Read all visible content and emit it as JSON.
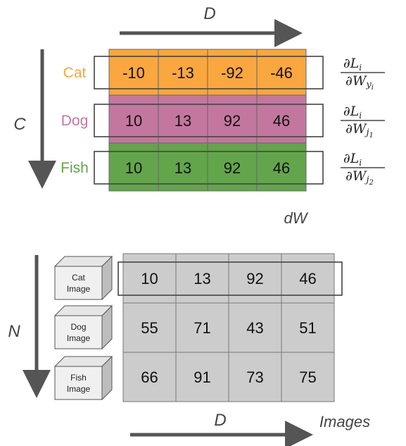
{
  "top": {
    "axis_d": "D",
    "axis_c": "C",
    "caption": "dW",
    "rows": [
      {
        "label": "Cat",
        "values": [
          "-10",
          "-13",
          "-92",
          "-46"
        ],
        "fill": "#F9A73E",
        "label_color": "#F9A73E",
        "deriv": {
          "num": "∂L",
          "num_sub": "i",
          "den": "∂W",
          "den_sub": "y",
          "den_subsub": "i"
        }
      },
      {
        "label": "Dog",
        "values": [
          "10",
          "13",
          "92",
          "46"
        ],
        "fill": "#C3779F",
        "label_color": "#C3779F",
        "deriv": {
          "num": "∂L",
          "num_sub": "i",
          "den": "∂W",
          "den_sub": "j",
          "den_subsub": "1"
        }
      },
      {
        "label": "Fish",
        "values": [
          "10",
          "13",
          "92",
          "46"
        ],
        "fill": "#63A54B",
        "label_color": "#63A54B",
        "deriv": {
          "num": "∂L",
          "num_sub": "i",
          "den": "∂W",
          "den_sub": "j",
          "den_subsub": "2"
        }
      }
    ]
  },
  "bottom": {
    "axis_n": "N",
    "axis_d": "D",
    "caption": "Images",
    "cube_labels": [
      [
        "Cat",
        "Image"
      ],
      [
        "Dog",
        "Image"
      ],
      [
        "Fish",
        "Image"
      ]
    ],
    "rows": [
      [
        "10",
        "13",
        "92",
        "46"
      ],
      [
        "55",
        "71",
        "43",
        "51"
      ],
      [
        "66",
        "91",
        "73",
        "75"
      ]
    ]
  }
}
